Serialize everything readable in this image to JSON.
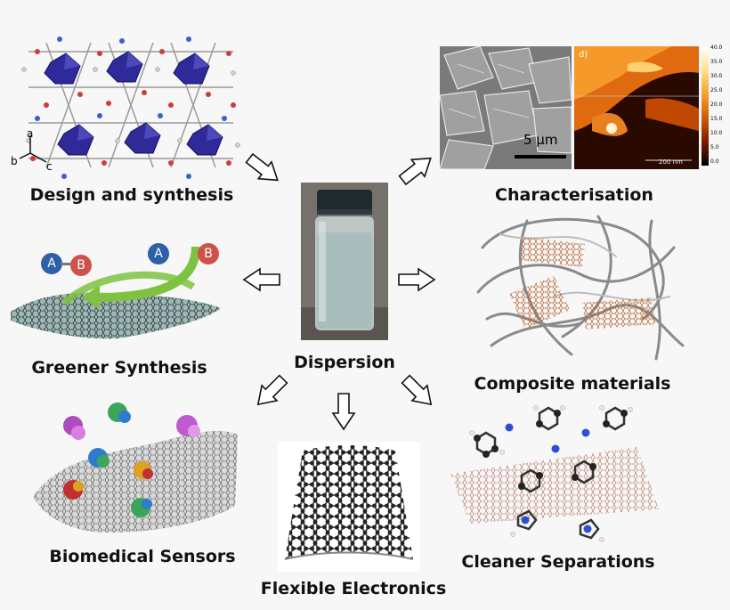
{
  "nodes": {
    "center": "Dispersion",
    "design": "Design and synthesis",
    "characterisation": "Characterisation",
    "greener": "Greener Synthesis",
    "composite": "Composite materials",
    "biomedical": "Biomedical Sensors",
    "flexible": "Flexible Electronics",
    "separations": "Cleaner Separations"
  },
  "crystal_axes": {
    "a": "a",
    "b": "b",
    "c": "c"
  },
  "sem": {
    "scale_label": "5 µm"
  },
  "afm": {
    "panel_letter": "d)",
    "scale_label": "200 nm",
    "colorbar_ticks": [
      "40.0",
      "35.0",
      "30.0",
      "25.0",
      "20.0",
      "15.0",
      "10.0",
      "5.0",
      "0.0"
    ]
  },
  "greener_reaction": {
    "reactant_a": "A",
    "reactant_b": "B",
    "product_a": "A",
    "product_b": "B"
  },
  "colors": {
    "polyhedra": "#2e2a9a",
    "afm_orange": "#e06a10",
    "graphene_dark": "#333333",
    "atom_a": "#2f5fa8",
    "atom_b": "#d0504a",
    "arrow_green": "#7fc241"
  }
}
